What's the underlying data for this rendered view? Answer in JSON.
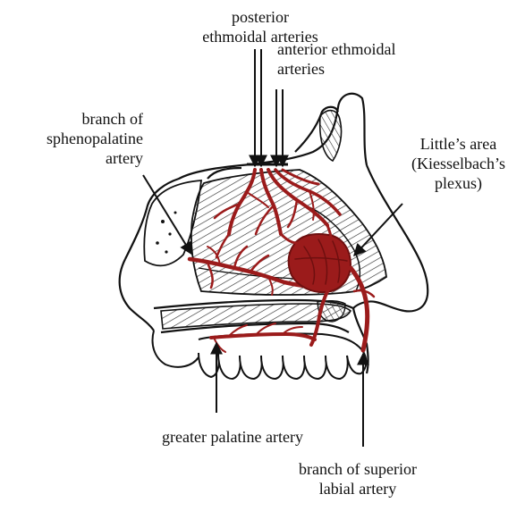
{
  "labels": {
    "posterior_ethmoidal": [
      "posterior",
      "ethmoidal arteries"
    ],
    "anterior_ethmoidal": [
      "anterior ethmoidal",
      "arteries"
    ],
    "sphenopalatine": [
      "branch of",
      "sphenopalatine",
      "artery"
    ],
    "littles_area": [
      "Little’s area",
      "(Kiesselbach’s",
      "plexus)"
    ],
    "greater_palatine": [
      "greater palatine artery"
    ],
    "superior_labial": [
      "branch of superior",
      "labial artery"
    ]
  },
  "colors": {
    "artery": "#9b1b1b",
    "artery_dark": "#6e0f0f",
    "ink": "#111111",
    "hatch": "#333333",
    "background": "#ffffff"
  }
}
